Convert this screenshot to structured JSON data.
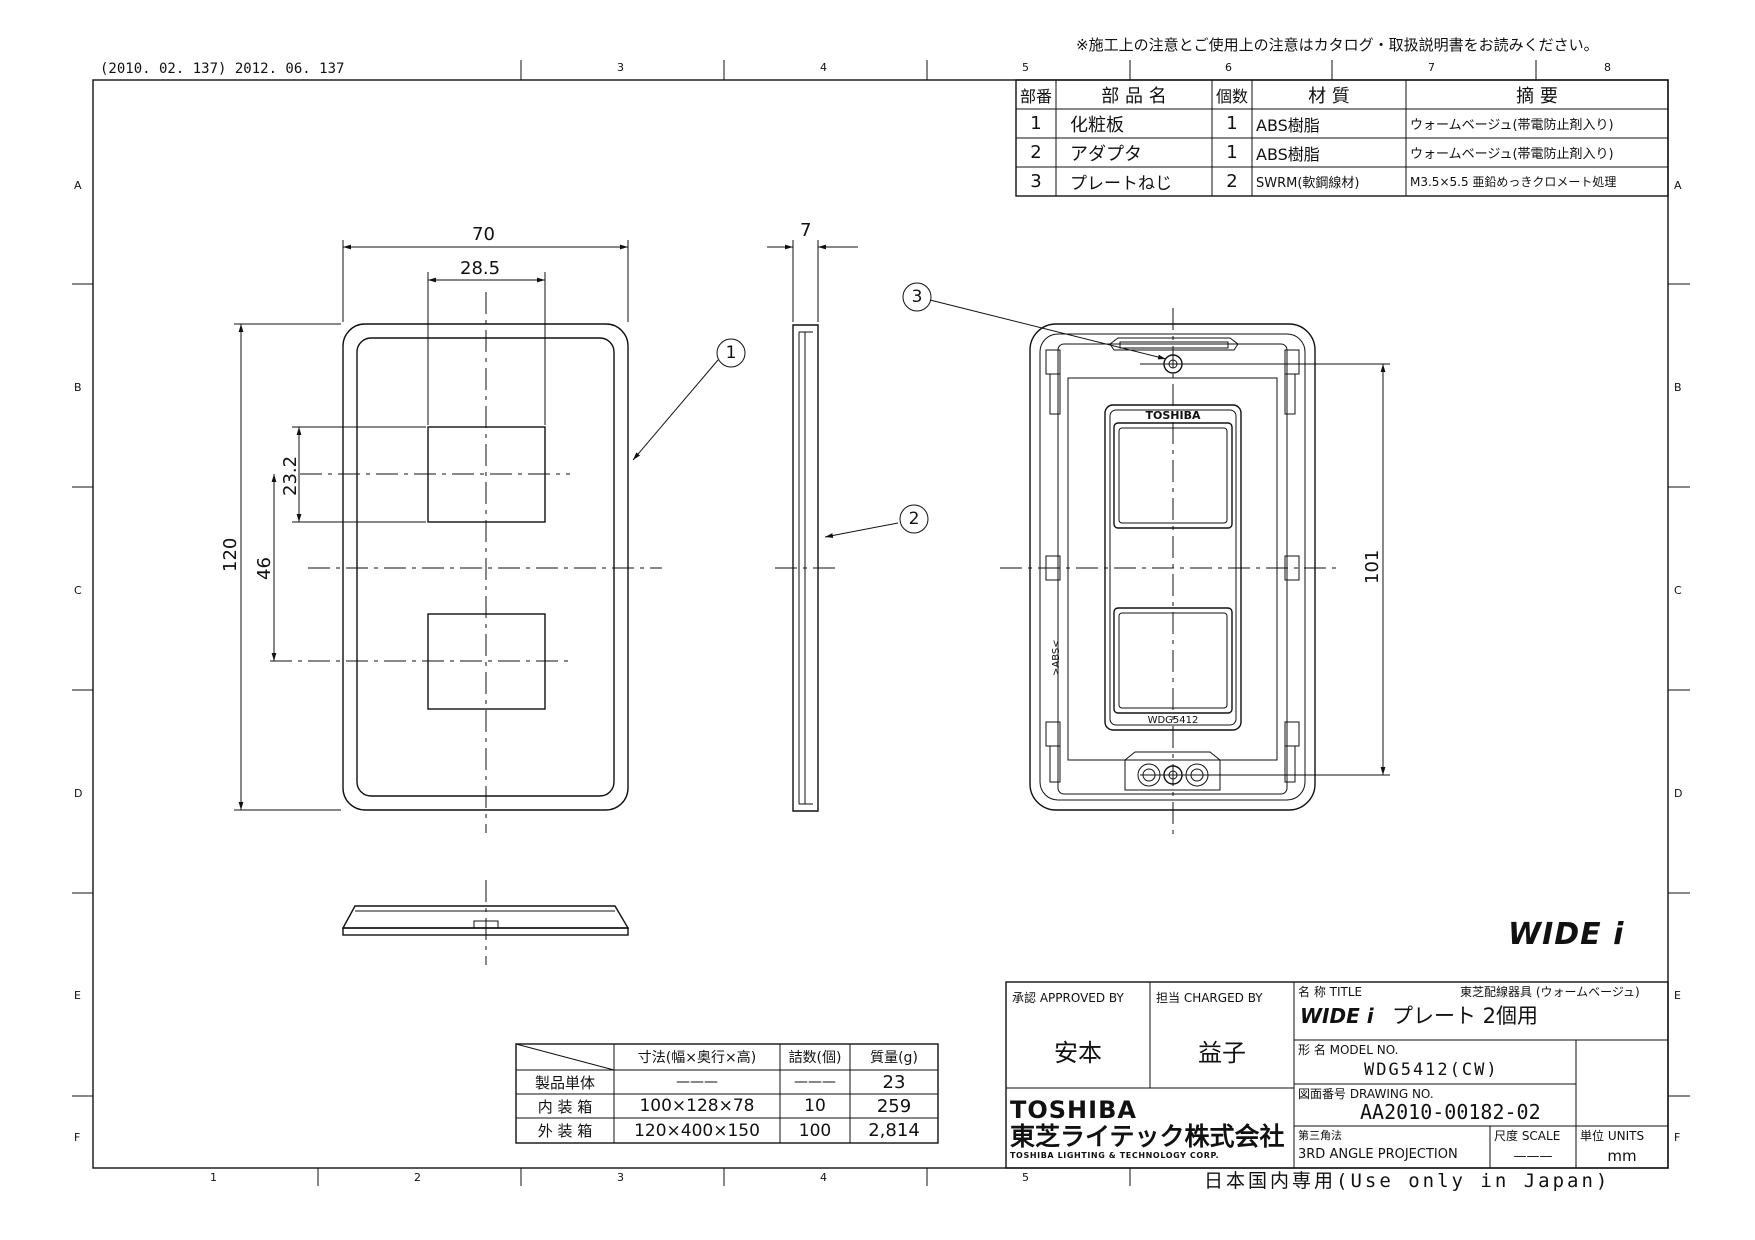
{
  "header": {
    "notice": "※施工上の注意とご使用上の注意はカタログ・取扱説明書をお読みください。",
    "revision": "(2010. 02. 137) 2012. 06. 137"
  },
  "frame": {
    "col_labels": [
      "1",
      "2",
      "3",
      "4",
      "5",
      "6",
      "7",
      "8"
    ],
    "row_labels": [
      "A",
      "B",
      "C",
      "D",
      "E",
      "F"
    ],
    "top_col_labels": [
      "3",
      "4",
      "5",
      "6",
      "7",
      "8"
    ],
    "bottom_col_labels": [
      "1",
      "2",
      "3",
      "4",
      "5"
    ]
  },
  "parts_table": {
    "headers": [
      "部番",
      "部 品 名",
      "個数",
      "材 質",
      "摘 要"
    ],
    "rows": [
      [
        "1",
        "化粧板",
        "1",
        "ABS樹脂",
        "ウォームベージュ(帯電防止剤入り)"
      ],
      [
        "2",
        "アダプタ",
        "1",
        "ABS樹脂",
        "ウォームベージュ(帯電防止剤入り)"
      ],
      [
        "3",
        "プレートねじ",
        "2",
        "SWRM(軟鋼線材)",
        "M3.5×5.5 亜鉛めっきクロメート処理"
      ]
    ]
  },
  "dimensions": {
    "width": "70",
    "opening_width": "28.5",
    "opening_height": "23.2",
    "opening_pitch": "46",
    "height": "120",
    "thickness": "7",
    "screw_pitch": "101"
  },
  "callouts": [
    "1",
    "2",
    "3"
  ],
  "rear_view": {
    "brand_mark": "TOSHIBA",
    "model_mark": "WDG5412",
    "material_mark": ">ABS<"
  },
  "brand_logo": "WIDE i",
  "pack_table": {
    "headers": [
      "寸法(幅×奥行×高)",
      "詰数(個)",
      "質量(g)"
    ],
    "rows": [
      [
        "製品単体",
        "———",
        "———",
        "23"
      ],
      [
        "内 装 箱",
        "100×128×78",
        "10",
        "259"
      ],
      [
        "外 装 箱",
        "120×400×150",
        "100",
        "2,814"
      ]
    ]
  },
  "title_block": {
    "approved_label": "承認 APPROVED BY",
    "charged_label": "担当 CHARGED BY",
    "approved_name": "安本",
    "charged_name": "益子",
    "title_label": "名 称 TITLE",
    "category": "東芝配線器具 (ウォームベージュ)",
    "title_logo": "WIDE i",
    "title_text": "プレート 2個用",
    "model_label": "形 名 MODEL NO.",
    "model_no": "WDG5412(CW)",
    "drawing_label": "図面番号 DRAWING NO.",
    "drawing_no": "AA2010-00182-02",
    "projection_label": "第三角法",
    "projection": "3RD ANGLE PROJECTION",
    "scale_label": "尺度 SCALE",
    "scale_value": "———",
    "units_label": "単位 UNITS",
    "units_value": "mm",
    "company_logo": "TOSHIBA",
    "company_jp": "東芝ライテック株式会社",
    "company_en": "TOSHIBA LIGHTING & TECHNOLOGY CORP."
  },
  "footer_note": "日本国内専用(Use only in Japan)"
}
